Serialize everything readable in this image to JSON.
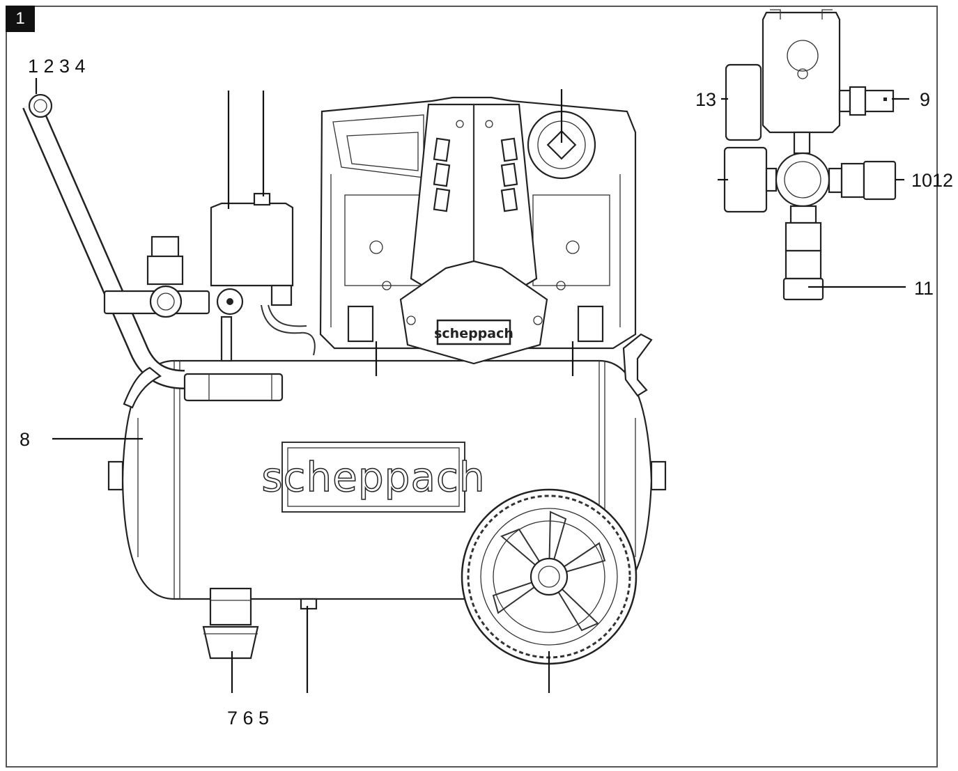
{
  "figure_number": "1",
  "brand_logo": "scheppach",
  "labels": {
    "top_left_group": "1 2 3 4",
    "bottom_group": "7 6 5",
    "tank": "8",
    "coupling_9": "9",
    "outlet_10_12": "1012",
    "outlet_11": "11",
    "gauge_13": "13"
  },
  "colors": {
    "line": "#111111",
    "background": "#ffffff",
    "badge": "#111111"
  }
}
